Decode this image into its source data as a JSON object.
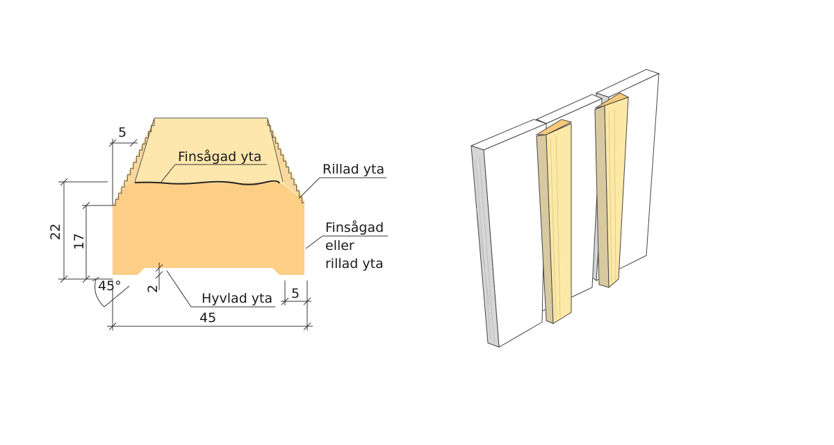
{
  "diagram": {
    "colors": {
      "wood_face": "#fdce86",
      "wood_top": "#fde7ad",
      "wood_side": "#f9d99b",
      "board_front": "#ffffff",
      "board_edge": "#d6d6d6",
      "batten_face": "#fde9a6",
      "batten_edge": "#d8c9a0",
      "batten_end": "#f7ca7b",
      "line": "#333333"
    },
    "section": {
      "labels": {
        "fine_sawn_top": "Finsågad yta",
        "grooved": "Rillad yta",
        "fine_or_grooved_line1": "Finsågad",
        "fine_or_grooved_line2": "eller",
        "fine_or_grooved_line3": "rillad yta",
        "planed": "Hyvlad yta"
      },
      "dimensions": {
        "height_total": "22",
        "height_body": "17",
        "chamfer_top": "5",
        "angle": "45°",
        "groove_depth": "2",
        "foot_width": "5",
        "width": "45"
      }
    },
    "isometric": {
      "boards": [
        "board-left",
        "board-middle",
        "board-right"
      ],
      "battens": [
        "batten-left",
        "batten-right"
      ]
    }
  }
}
